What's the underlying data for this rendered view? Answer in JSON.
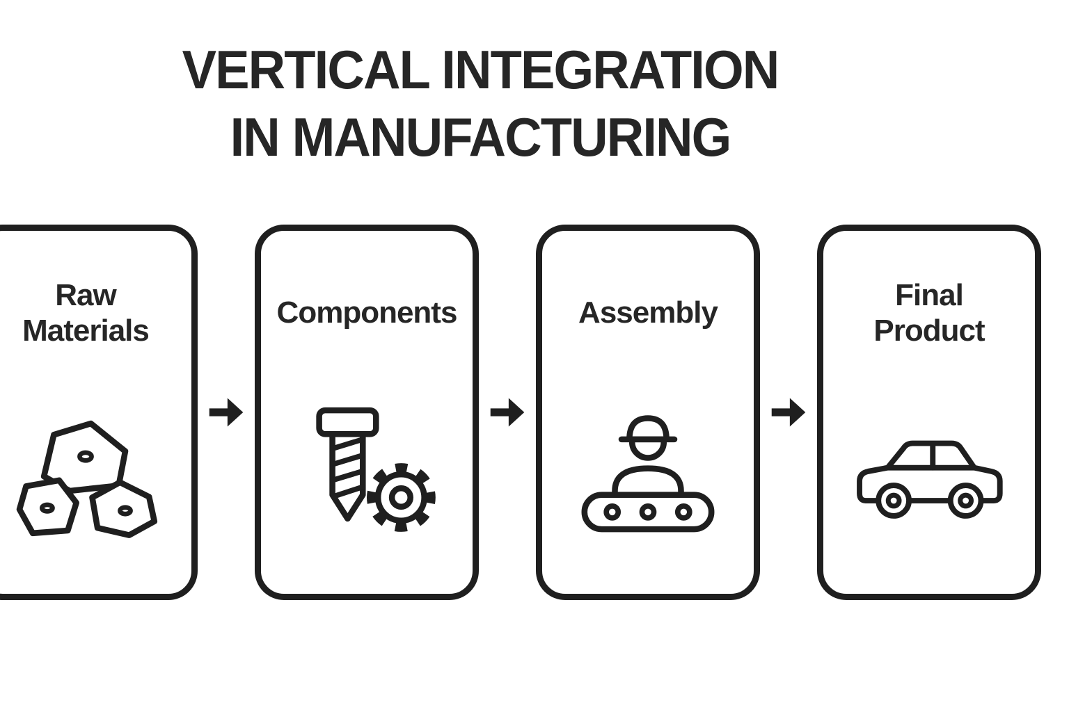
{
  "title": {
    "line1": "VERTICAL INTEGRATION",
    "line2": "IN MANUFACTURING"
  },
  "stages": [
    {
      "label": "Raw\nMaterials",
      "icon": "rocks-icon"
    },
    {
      "label": "Components",
      "icon": "screw-and-gear-icon"
    },
    {
      "label": "Assembly",
      "icon": "worker-conveyor-icon"
    },
    {
      "label": "Final\nProduct",
      "icon": "car-icon"
    }
  ],
  "connectors": {
    "icon": "right-arrow-icon"
  },
  "colors": {
    "ink": "#1f1f1f",
    "text": "#262626",
    "background": "#ffffff"
  }
}
